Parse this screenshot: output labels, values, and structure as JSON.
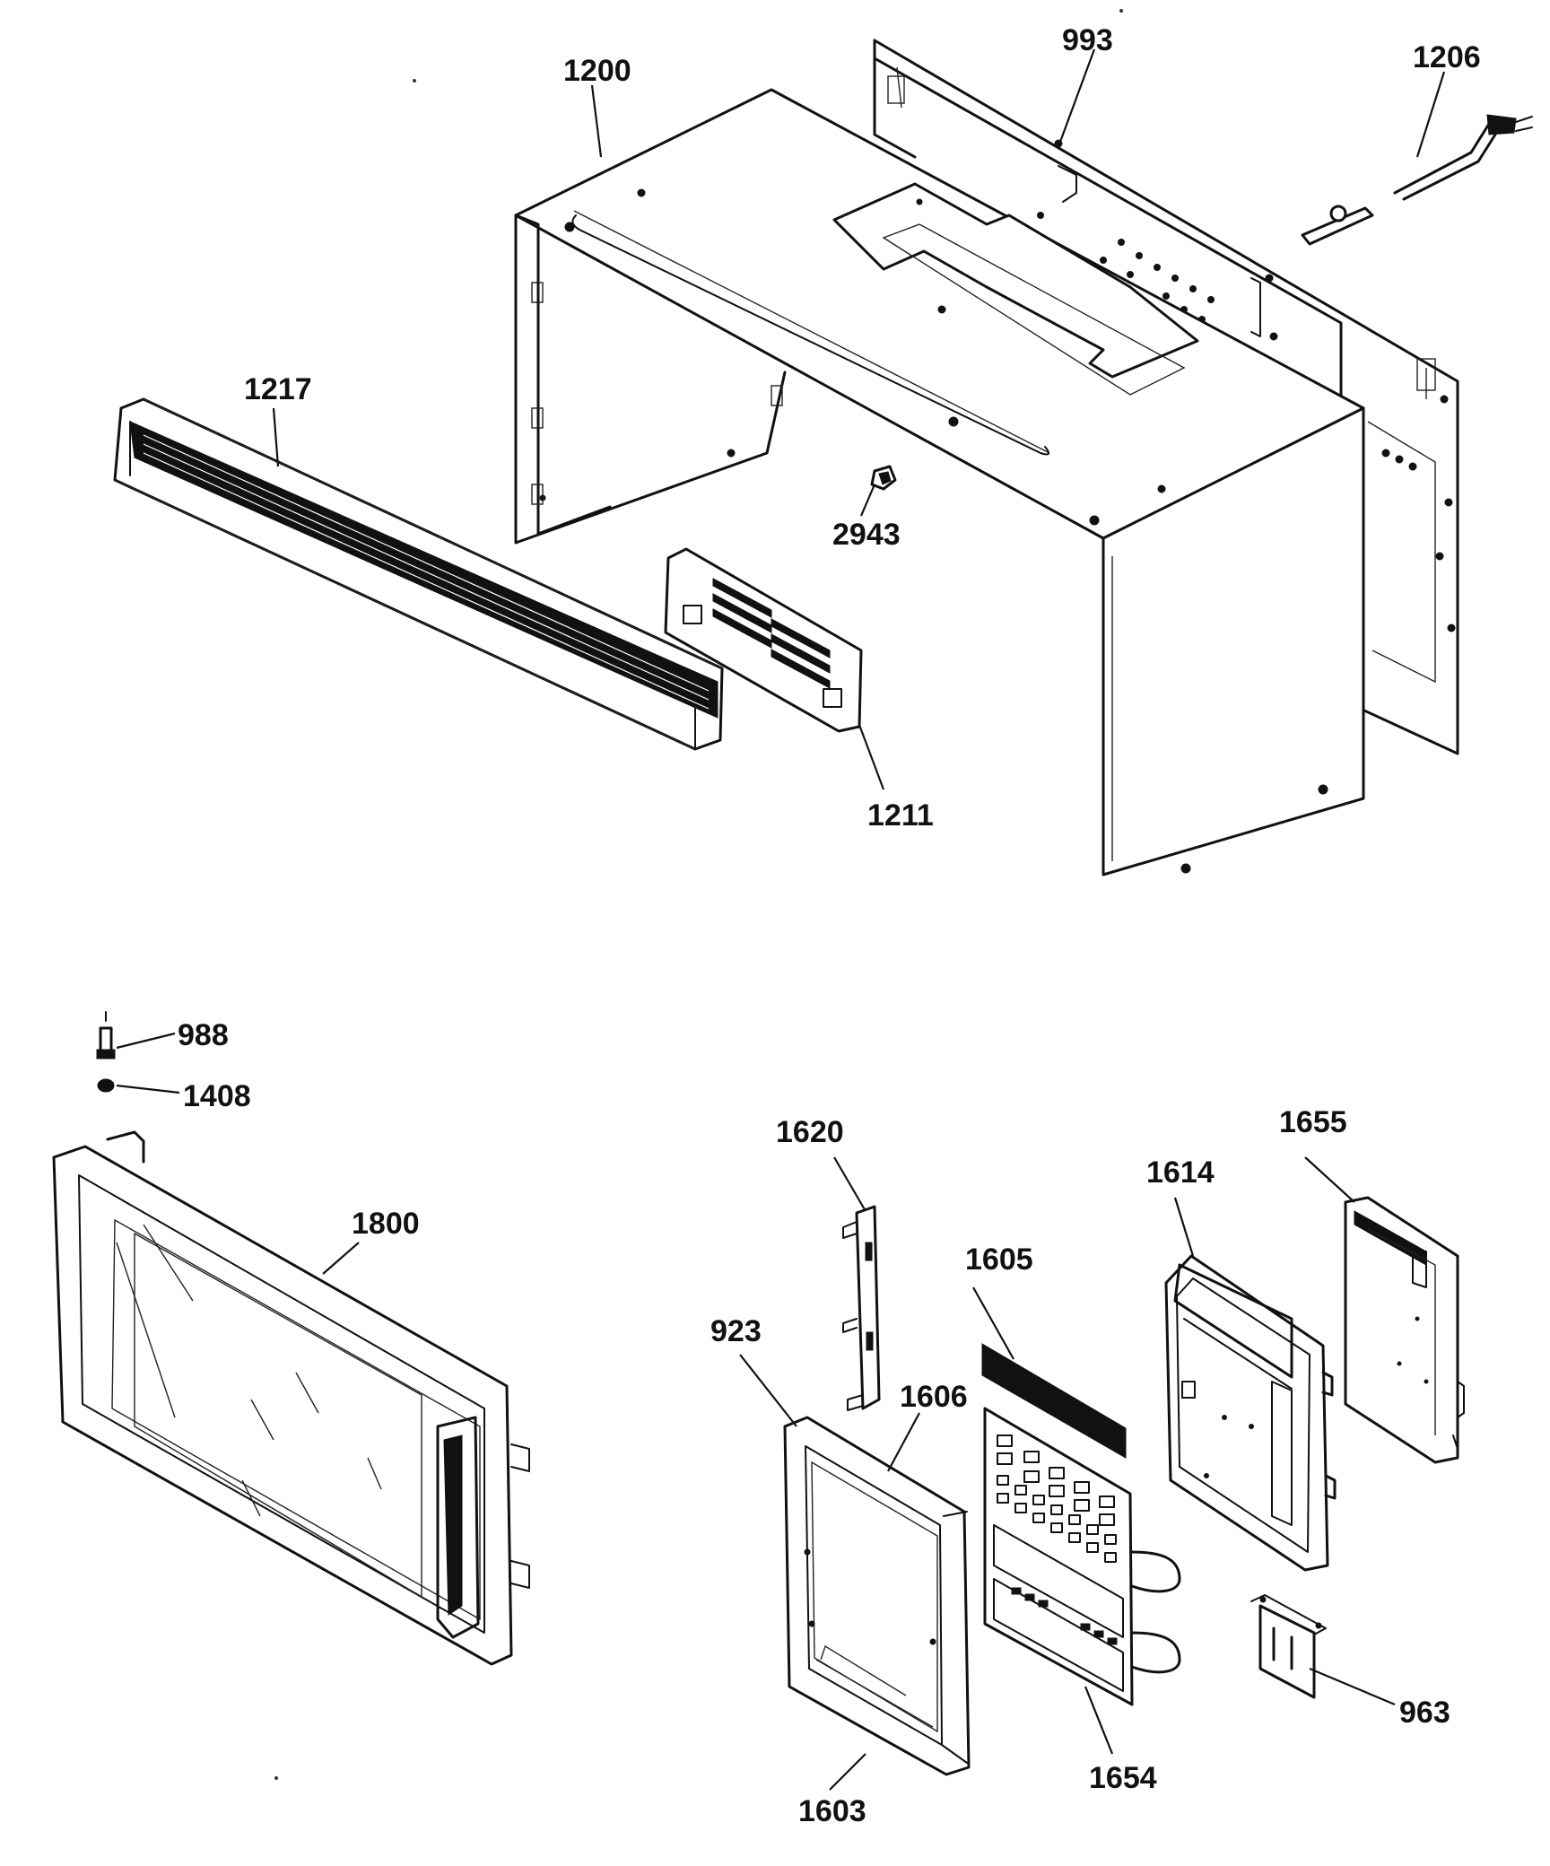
{
  "parts": [
    {
      "id": "993",
      "label": "993"
    },
    {
      "id": "1200",
      "label": "1200"
    },
    {
      "id": "1206",
      "label": "1206"
    },
    {
      "id": "1217",
      "label": "1217"
    },
    {
      "id": "2943",
      "label": "2943"
    },
    {
      "id": "1211",
      "label": "1211"
    },
    {
      "id": "988",
      "label": "988"
    },
    {
      "id": "1408",
      "label": "1408"
    },
    {
      "id": "1800",
      "label": "1800"
    },
    {
      "id": "1620",
      "label": "1620"
    },
    {
      "id": "1655",
      "label": "1655"
    },
    {
      "id": "1614",
      "label": "1614"
    },
    {
      "id": "1605",
      "label": "1605"
    },
    {
      "id": "923",
      "label": "923"
    },
    {
      "id": "1606",
      "label": "1606"
    },
    {
      "id": "1654",
      "label": "1654"
    },
    {
      "id": "963",
      "label": "963"
    },
    {
      "id": "1603",
      "label": "1603"
    }
  ]
}
